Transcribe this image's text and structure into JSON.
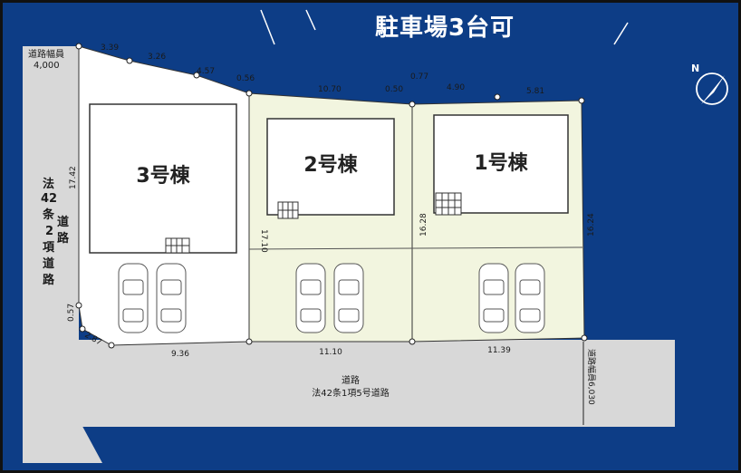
{
  "title": "駐車場3台可",
  "compass": {
    "label": "N"
  },
  "houses": [
    {
      "name": "3号棟"
    },
    {
      "name": "2号棟"
    },
    {
      "name": "1号棟"
    }
  ],
  "left_road": {
    "width_label": "道路幅員",
    "width_value": "4,000",
    "type_lines": [
      "法",
      "42",
      "条",
      "2",
      "項",
      "道",
      "路"
    ],
    "type_lines2": [
      "道",
      "路"
    ]
  },
  "bottom_road": {
    "name": "道路",
    "type": "法42条1項5号道路"
  },
  "right_road": {
    "width_text": "道路幅員6,030"
  },
  "dimensions": {
    "top": [
      "3.39",
      "3.26",
      "4.57",
      "0.56",
      "10.70",
      "0.50",
      "0.77",
      "4.90",
      "5.81"
    ],
    "lot3_left": "17.42",
    "lot3_bottom": "9.36",
    "lot3_corner_a": "0.57",
    "lot3_corner_b": "2.87",
    "lot2_side": "17.10",
    "lot2_bottom": "11.10",
    "lot1_left": "16.28",
    "lot1_right": "16.24",
    "lot1_bottom": "11.39"
  },
  "colors": {
    "background": "#0d3d86",
    "lot": "#f2f5df",
    "road": "#d8d8d8",
    "building": "#ffffff"
  }
}
